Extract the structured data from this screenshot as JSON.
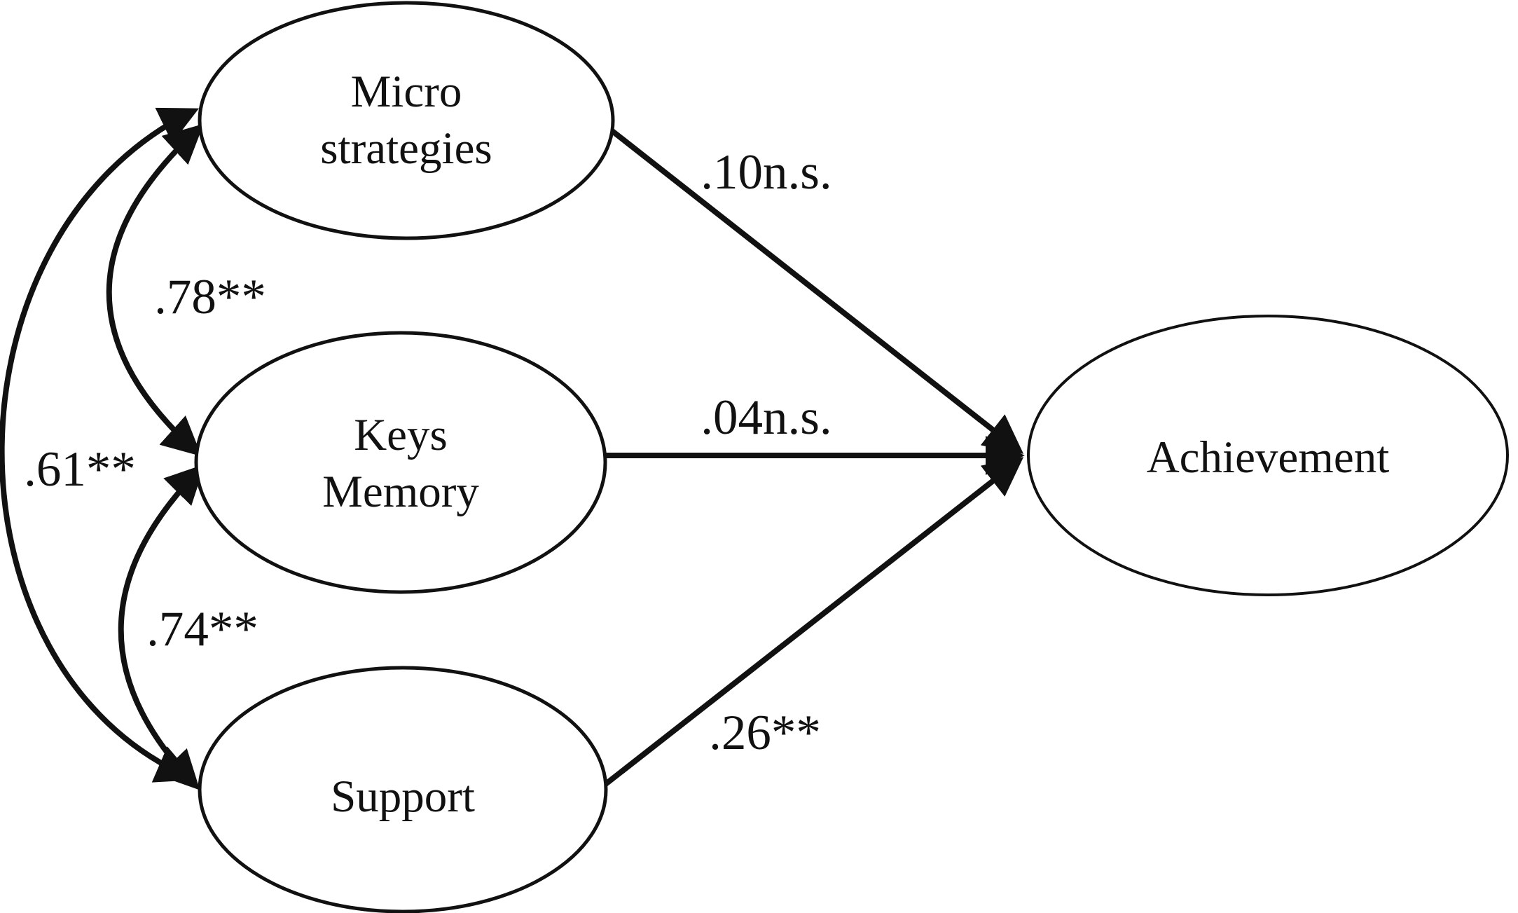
{
  "diagram": {
    "background_color": "#ffffff",
    "stroke_color": "#111111",
    "text_color": "#111111",
    "nodes": [
      {
        "id": "micro-strategies",
        "line1": "Micro",
        "line2": "strategies"
      },
      {
        "id": "keys-memory",
        "line1": "Keys",
        "line2": "Memory"
      },
      {
        "id": "support",
        "label": "Support"
      },
      {
        "id": "achievement",
        "label": "Achievement"
      }
    ],
    "paths": [
      {
        "from": "micro-strategies",
        "to": "achievement",
        "label": ".10n.s."
      },
      {
        "from": "keys-memory",
        "to": "achievement",
        "label": ".04n.s."
      },
      {
        "from": "support",
        "to": "achievement",
        "label": ".26**"
      }
    ],
    "covariances": [
      {
        "a": "micro-strategies",
        "b": "keys-memory",
        "label": ".78**"
      },
      {
        "a": "micro-strategies",
        "b": "support",
        "label": ".61**"
      },
      {
        "a": "keys-memory",
        "b": "support",
        "label": ".74**"
      }
    ]
  }
}
